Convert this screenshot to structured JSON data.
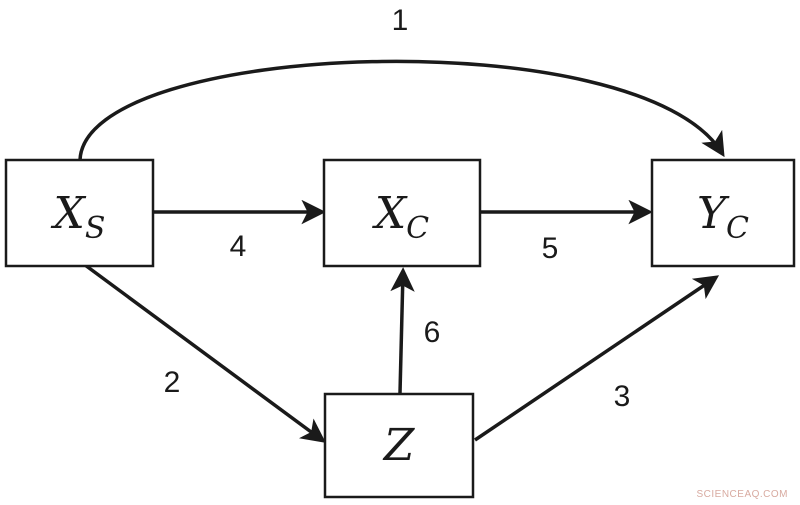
{
  "diagram": {
    "nodes": [
      {
        "id": "xs",
        "var": "X",
        "sub": "S"
      },
      {
        "id": "xc",
        "var": "X",
        "sub": "C"
      },
      {
        "id": "yc",
        "var": "Y",
        "sub": "C"
      },
      {
        "id": "z",
        "var": "Z",
        "sub": ""
      }
    ],
    "edges": [
      {
        "from": "xs",
        "to": "yc",
        "label": "1"
      },
      {
        "from": "xs",
        "to": "z",
        "label": "2"
      },
      {
        "from": "z",
        "to": "yc",
        "label": "3"
      },
      {
        "from": "xs",
        "to": "xc",
        "label": "4"
      },
      {
        "from": "xc",
        "to": "yc",
        "label": "5"
      },
      {
        "from": "z",
        "to": "xc",
        "label": "6"
      }
    ]
  },
  "watermark": "SCIENCEAQ.COM",
  "colors": {
    "ink": "#1a1a1a",
    "background": "#ffffff",
    "watermark": "#d8aaa0"
  }
}
